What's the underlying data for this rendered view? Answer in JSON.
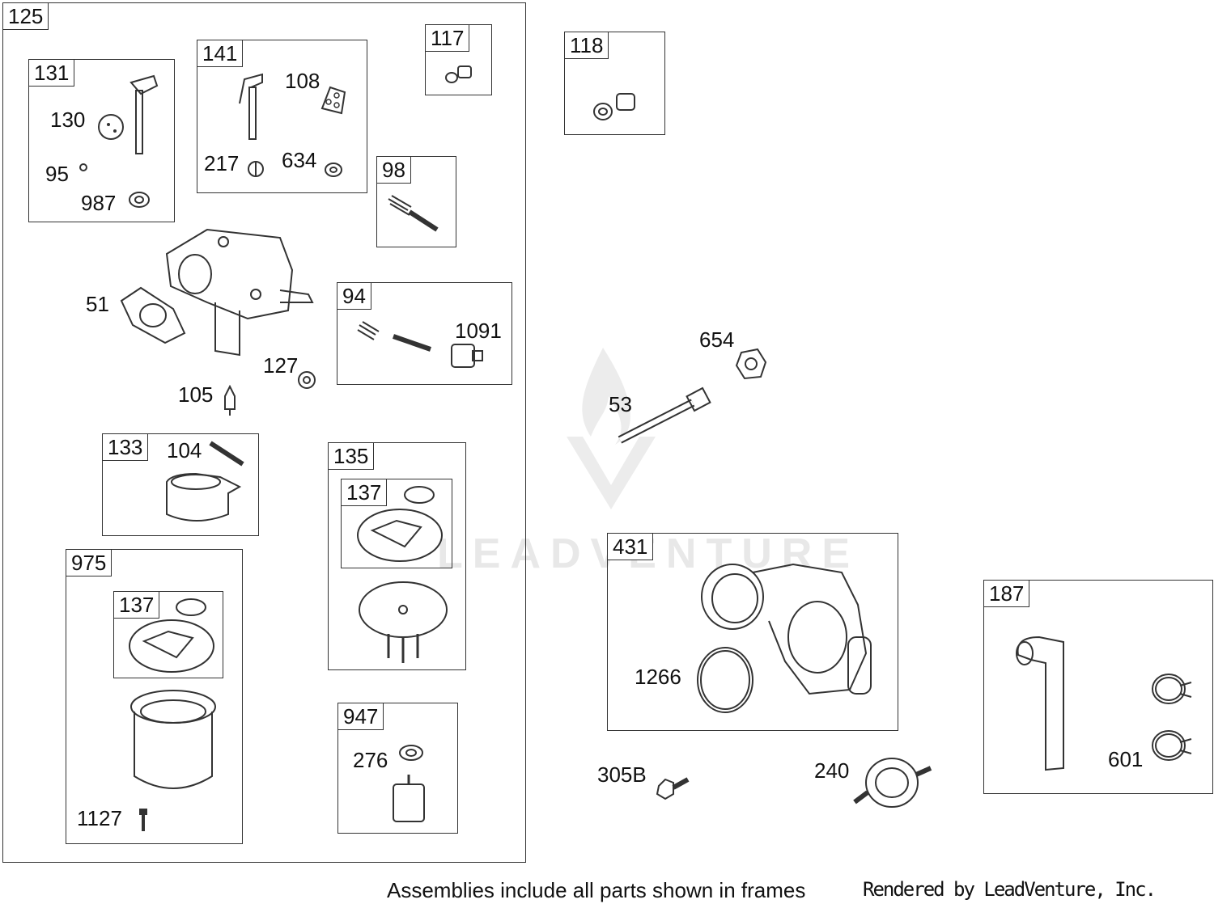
{
  "frames": {
    "f125": "125",
    "f131": "131",
    "f141": "141",
    "f117": "117",
    "f118": "118",
    "f98": "98",
    "f94": "94",
    "f133": "133",
    "f135": "135",
    "f137a": "137",
    "f975": "975",
    "f137b": "137",
    "f947": "947",
    "f431": "431",
    "f187": "187"
  },
  "labels": {
    "l130": "130",
    "l95": "95",
    "l987": "987",
    "l108": "108",
    "l217": "217",
    "l634": "634",
    "l51": "51",
    "l127": "127",
    "l105": "105",
    "l1091": "1091",
    "l104": "104",
    "l1127": "1127",
    "l276": "276",
    "l654": "654",
    "l53": "53",
    "l1266": "1266",
    "l305B": "305B",
    "l240": "240",
    "l601": "601"
  },
  "footer": {
    "note": "Assemblies include all parts shown in frames",
    "credit": "Rendered by LeadVenture, Inc."
  },
  "watermark": {
    "text": "LEADVENTURE"
  },
  "colors": {
    "line": "#333333",
    "watermark": "#e8e8e8"
  }
}
